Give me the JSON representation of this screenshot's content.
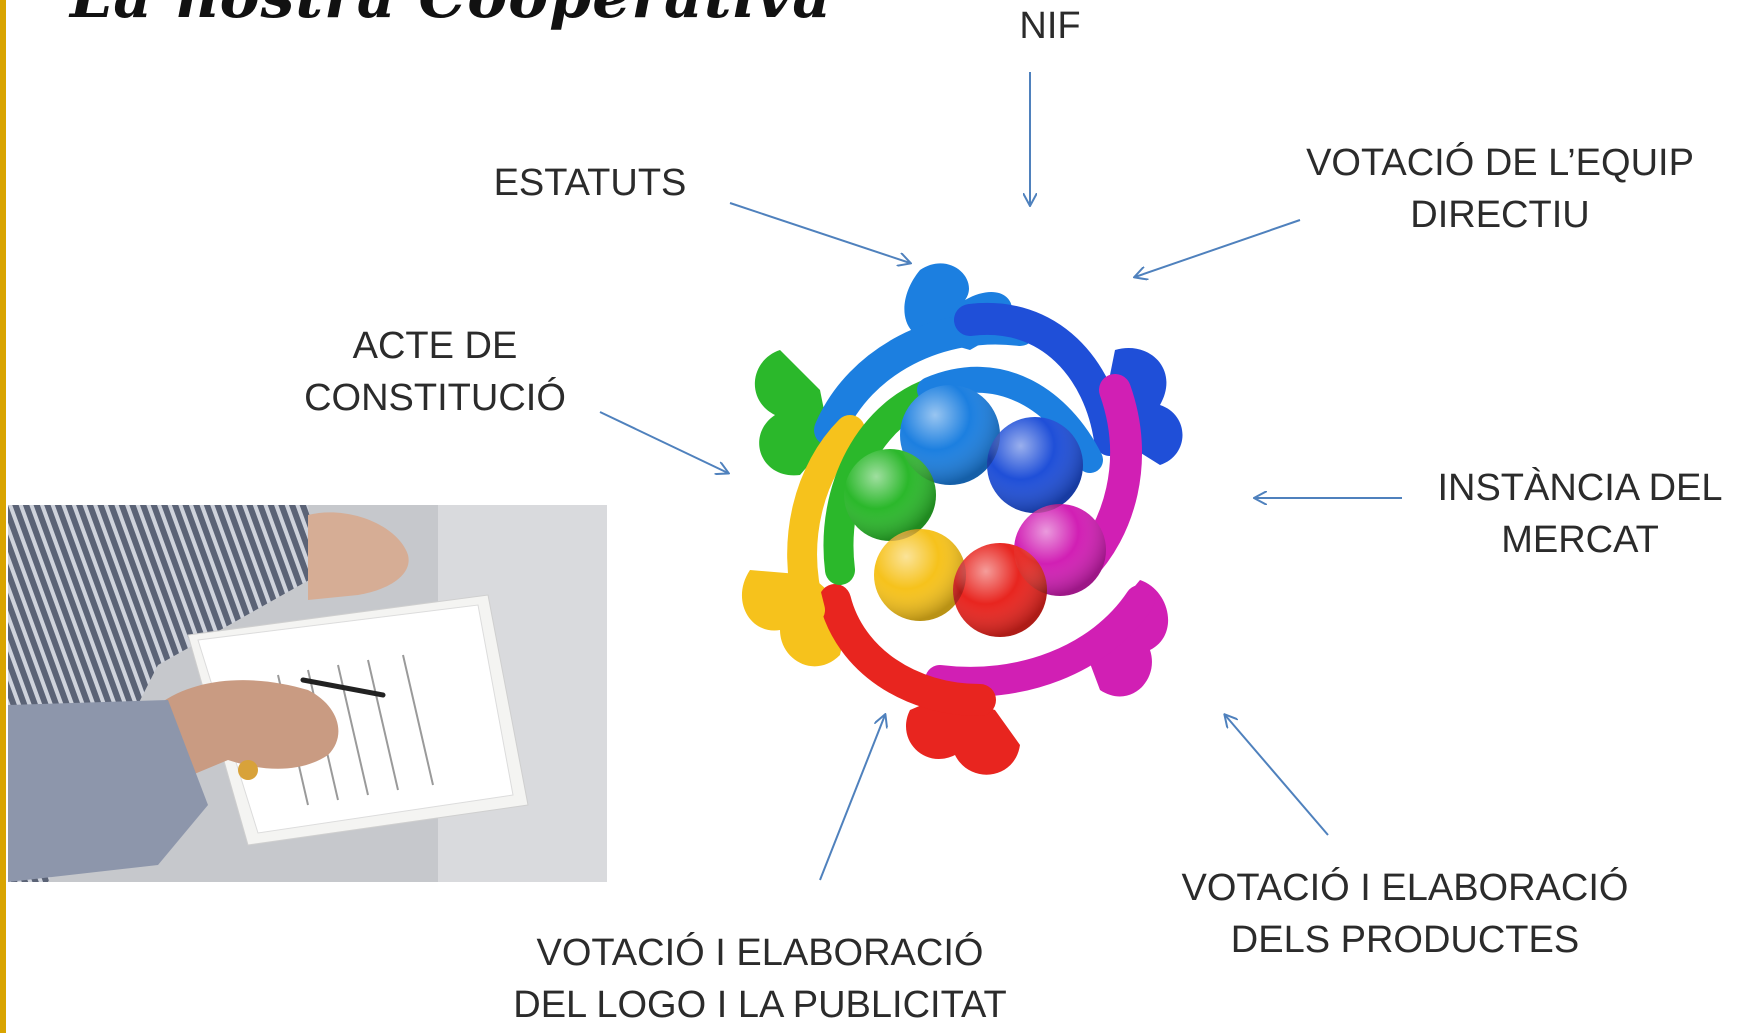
{
  "slide": {
    "title": "La nostra Cooperativa"
  },
  "labels": {
    "nif": "NIF",
    "estatuts": "ESTATUTS",
    "votacio_equip": [
      "VOTACIÓ DE L’EQUIP",
      "DIRECTIU"
    ],
    "acte": [
      "ACTE DE",
      "CONSTITUCIÓ"
    ],
    "instancia": [
      "INSTÀNCIA DEL",
      "MERCAT"
    ],
    "productes": [
      "VOTACIÓ  I ELABORACIÓ",
      "DELS PRODUCTES"
    ],
    "logo_publicitat": [
      "VOTACIÓ  I ELABORACIÓ",
      "DEL LOGO I LA PUBLICITAT"
    ]
  },
  "colors": {
    "arrow": "#4f81bd",
    "accent_bar": "#d9a400",
    "figure_blue": "#1c7fe0",
    "figure_darkblue": "#1f4fd8",
    "figure_green": "#2bb82b",
    "figure_yellow": "#f6c21c",
    "figure_red": "#e8251f",
    "figure_magenta": "#d11fb4"
  },
  "images": {
    "photo": "person-signing-documents",
    "logo": "cooperative-people-circle"
  }
}
